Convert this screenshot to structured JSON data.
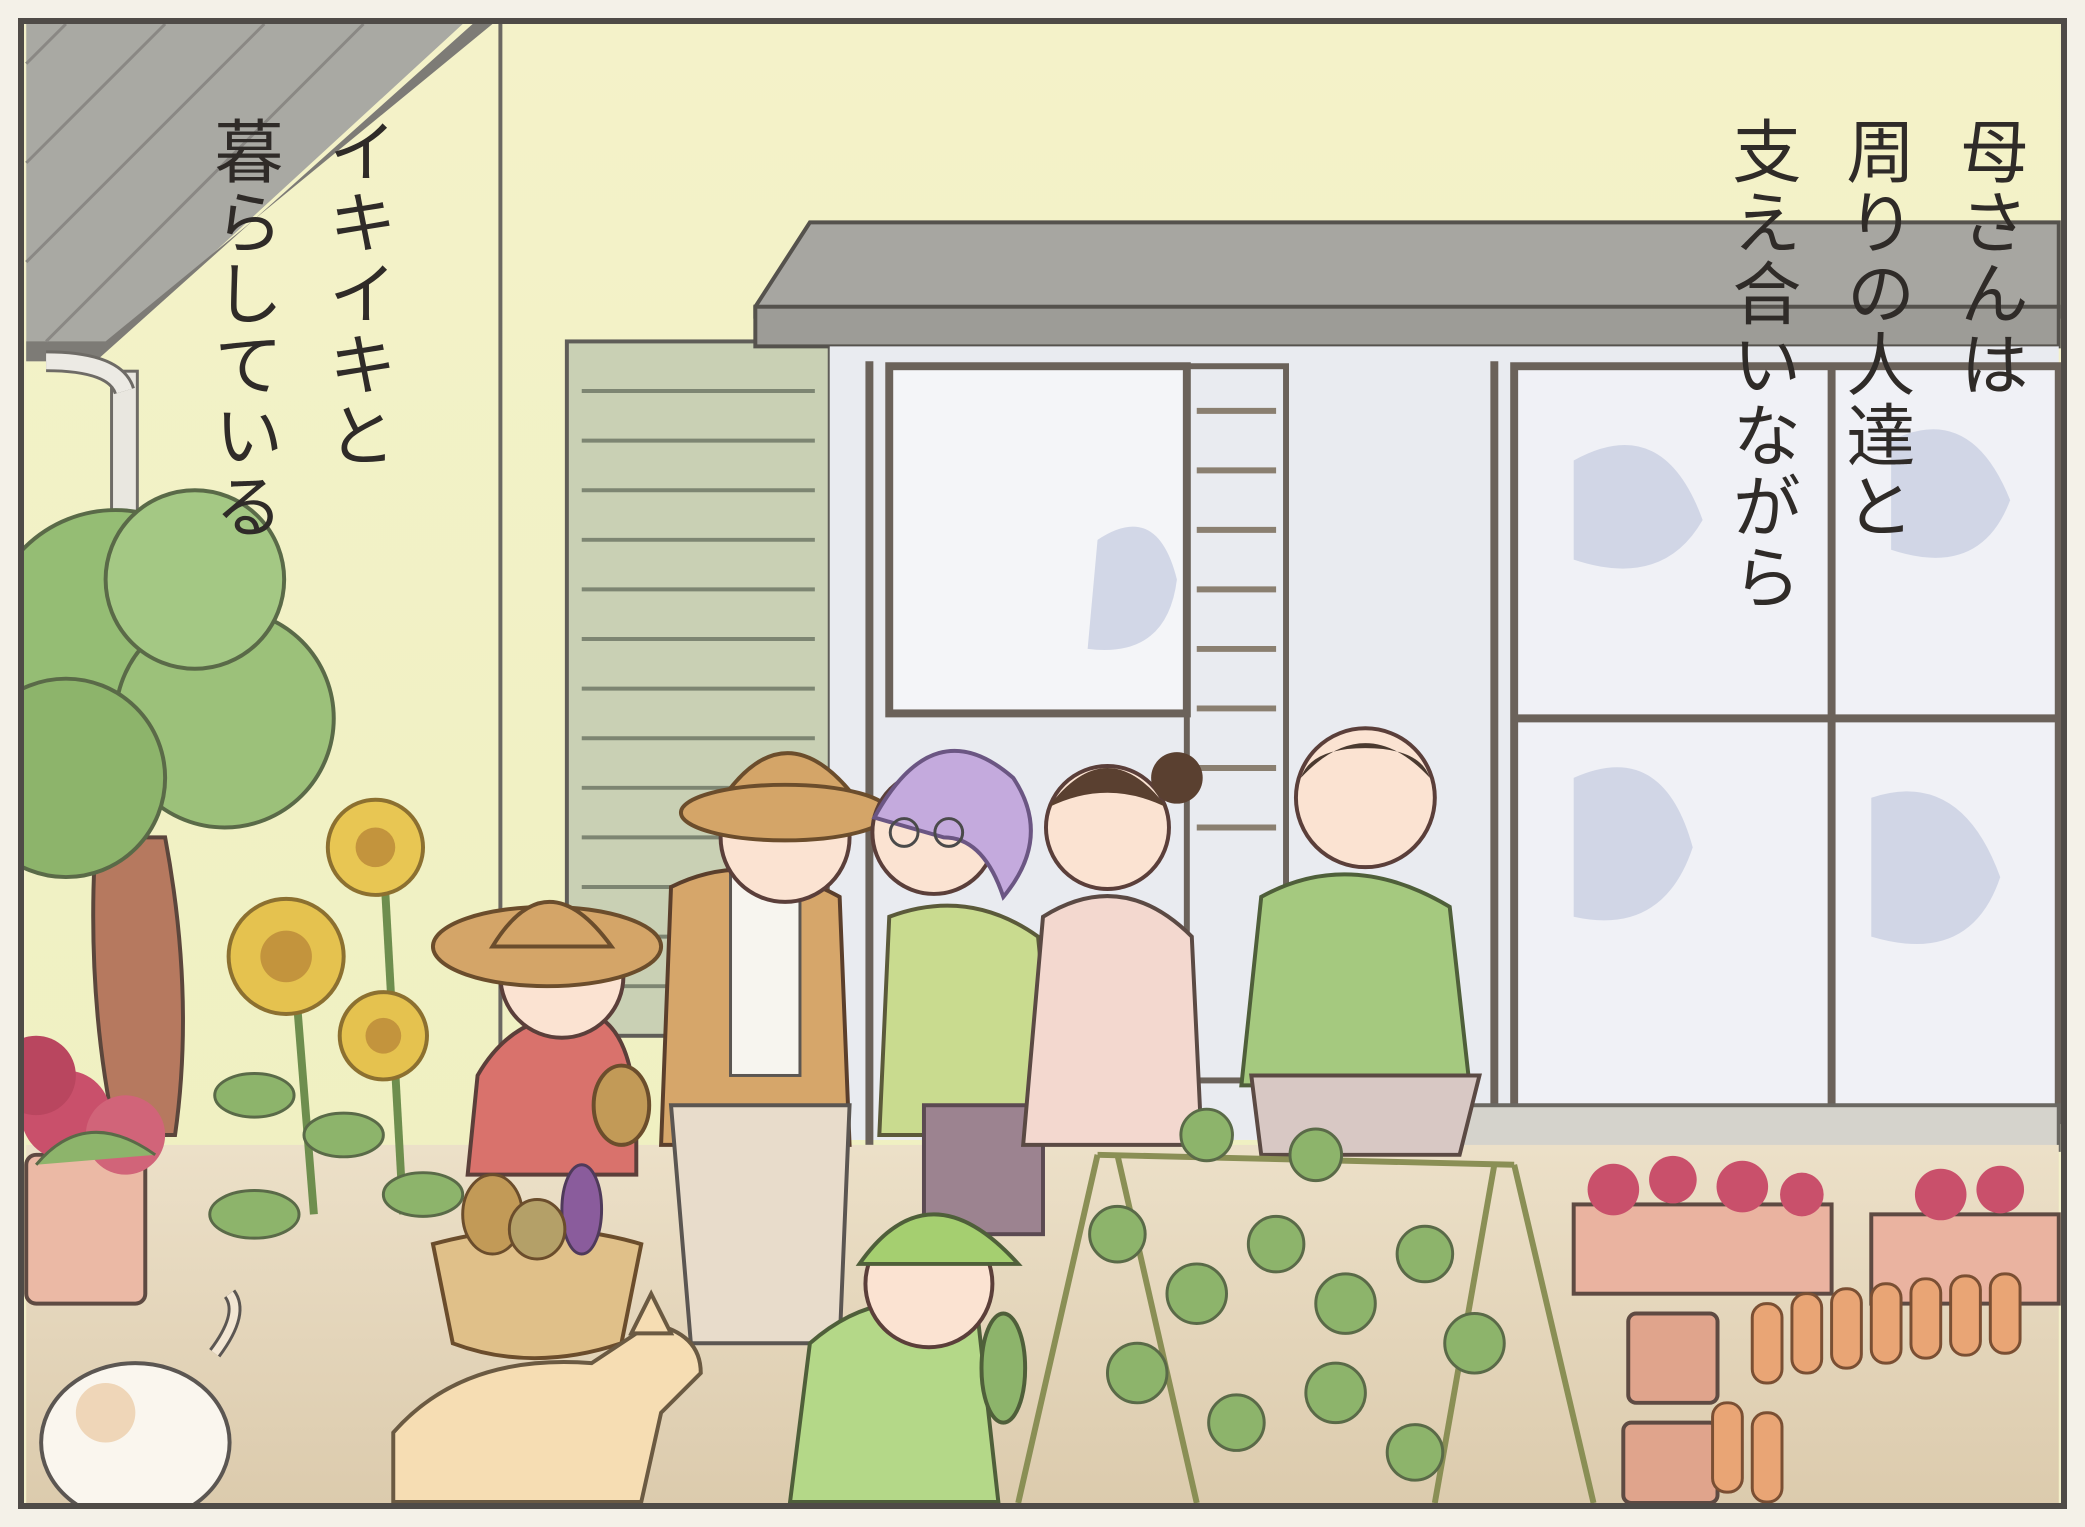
{
  "caption_right": {
    "lines": [
      "母さんは",
      "周りの人達と",
      "支え合いながら"
    ]
  },
  "caption_left": {
    "lines": [
      "イキイキと",
      "暮らしている"
    ]
  },
  "colors": {
    "frame": "#4f4b47",
    "wall": "#f3f0c9",
    "roof": "#a6a6a0",
    "window_glass": "#e8ebf2",
    "foliage": "#8fb96f",
    "soil": "#e7d8bf",
    "flower_red": "#c9506b",
    "sunflower": "#e5c24f",
    "text": "#2f2b28"
  }
}
